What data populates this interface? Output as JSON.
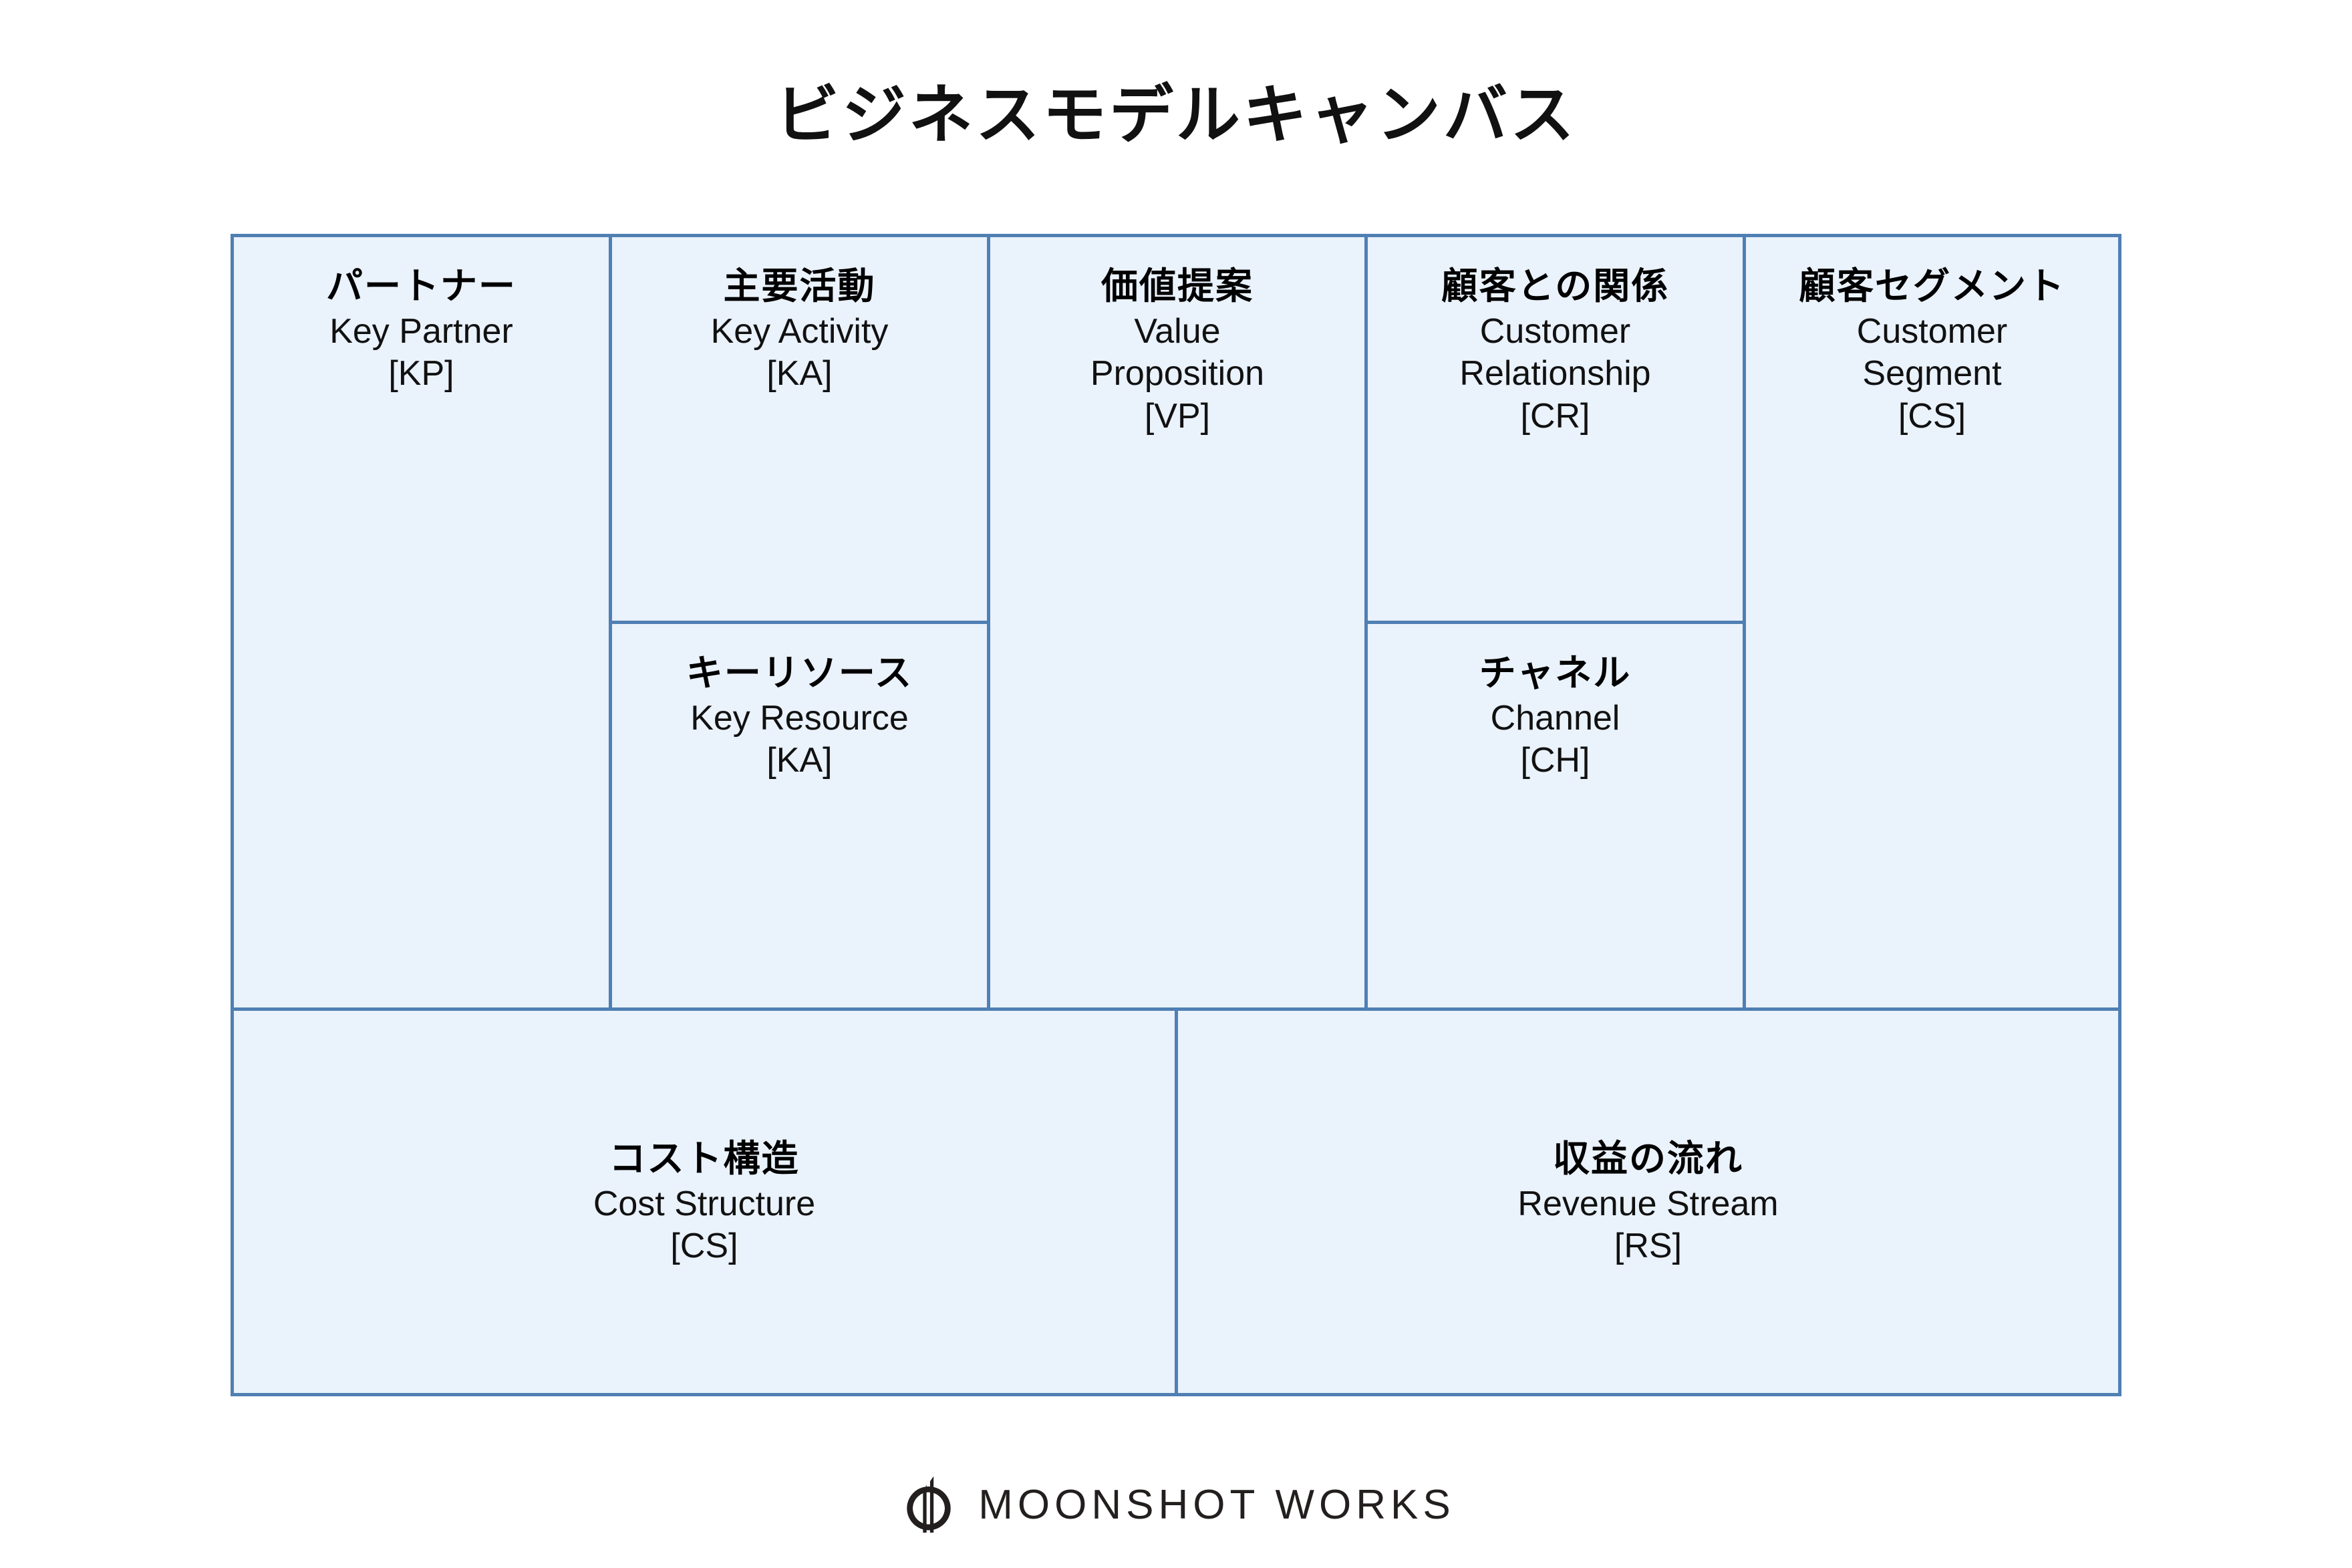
{
  "page": {
    "title": "ビジネスモデルキャンバス",
    "background_color": "#ffffff",
    "text_color": "#000000"
  },
  "canvas": {
    "border_color": "#4f7fb3",
    "fill_color": "#eaf2fc",
    "blocks": [
      {
        "id": "key-partner",
        "jp": "パートナー",
        "en": "Key Partner",
        "code": "[KP]"
      },
      {
        "id": "key-activity",
        "jp": "主要活動",
        "en": "Key Activity",
        "code": "[KA]"
      },
      {
        "id": "key-resource",
        "jp": "キーリソース",
        "en": "Key Resource",
        "code": "[KA]"
      },
      {
        "id": "value-proposition",
        "jp": "価値提案",
        "en": "Value\nProposition",
        "code": "[VP]"
      },
      {
        "id": "customer-relationship",
        "jp": "顧客との関係",
        "en": "Customer\nRelationship",
        "code": "[CR]"
      },
      {
        "id": "channel",
        "jp": "チャネル",
        "en": "Channel",
        "code": "[CH]"
      },
      {
        "id": "customer-segment",
        "jp": "顧客セグメント",
        "en": "Customer\nSegment",
        "code": "[CS]"
      },
      {
        "id": "cost-structure",
        "jp": "コスト構造",
        "en": "Cost Structure",
        "code": "[CS]"
      },
      {
        "id": "revenue-stream",
        "jp": "収益の流れ",
        "en": "Revenue Stream",
        "code": "[RS]"
      }
    ]
  },
  "footer": {
    "logo_icon": "moonshot-works-logo-icon",
    "wordmark": "MOONSHOT WORKS",
    "logo_color": "#231f1e"
  }
}
